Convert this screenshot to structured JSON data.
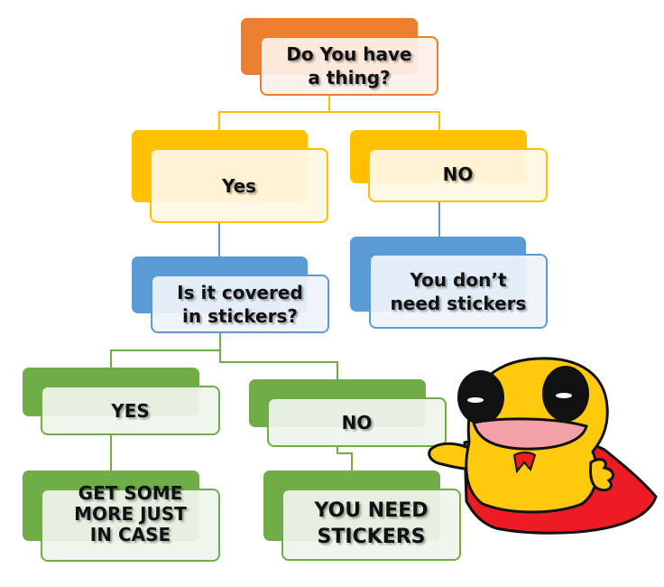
{
  "colors": {
    "orange": "#ED7D31",
    "orange_fill": "#FDF1EA",
    "gold": "#FFC000",
    "gold_fill": "#FFF7E3",
    "blue": "#5B9BD5",
    "blue_fill": "#EEF4FB",
    "green": "#70AD47",
    "green_fill": "#F0F5EC",
    "mascot_body": "#FFC90E",
    "mascot_cape": "#ED1C24",
    "mascot_mouth": "#F4A0A8"
  },
  "nodes": {
    "root": "Do You have\na thing?",
    "yes": "Yes",
    "no": "NO",
    "no_result": "You don’t\nneed stickers",
    "covered_question": "Is it covered\nin stickers?",
    "covered_yes": "YES",
    "covered_no": "NO",
    "covered_yes_result": "GET SOME\nMORE JUST\nIN CASE",
    "covered_no_result": "YOU NEED\nSTICKERS"
  },
  "mascot": {
    "description": "yellow superhero blob with red cape pointing left"
  }
}
